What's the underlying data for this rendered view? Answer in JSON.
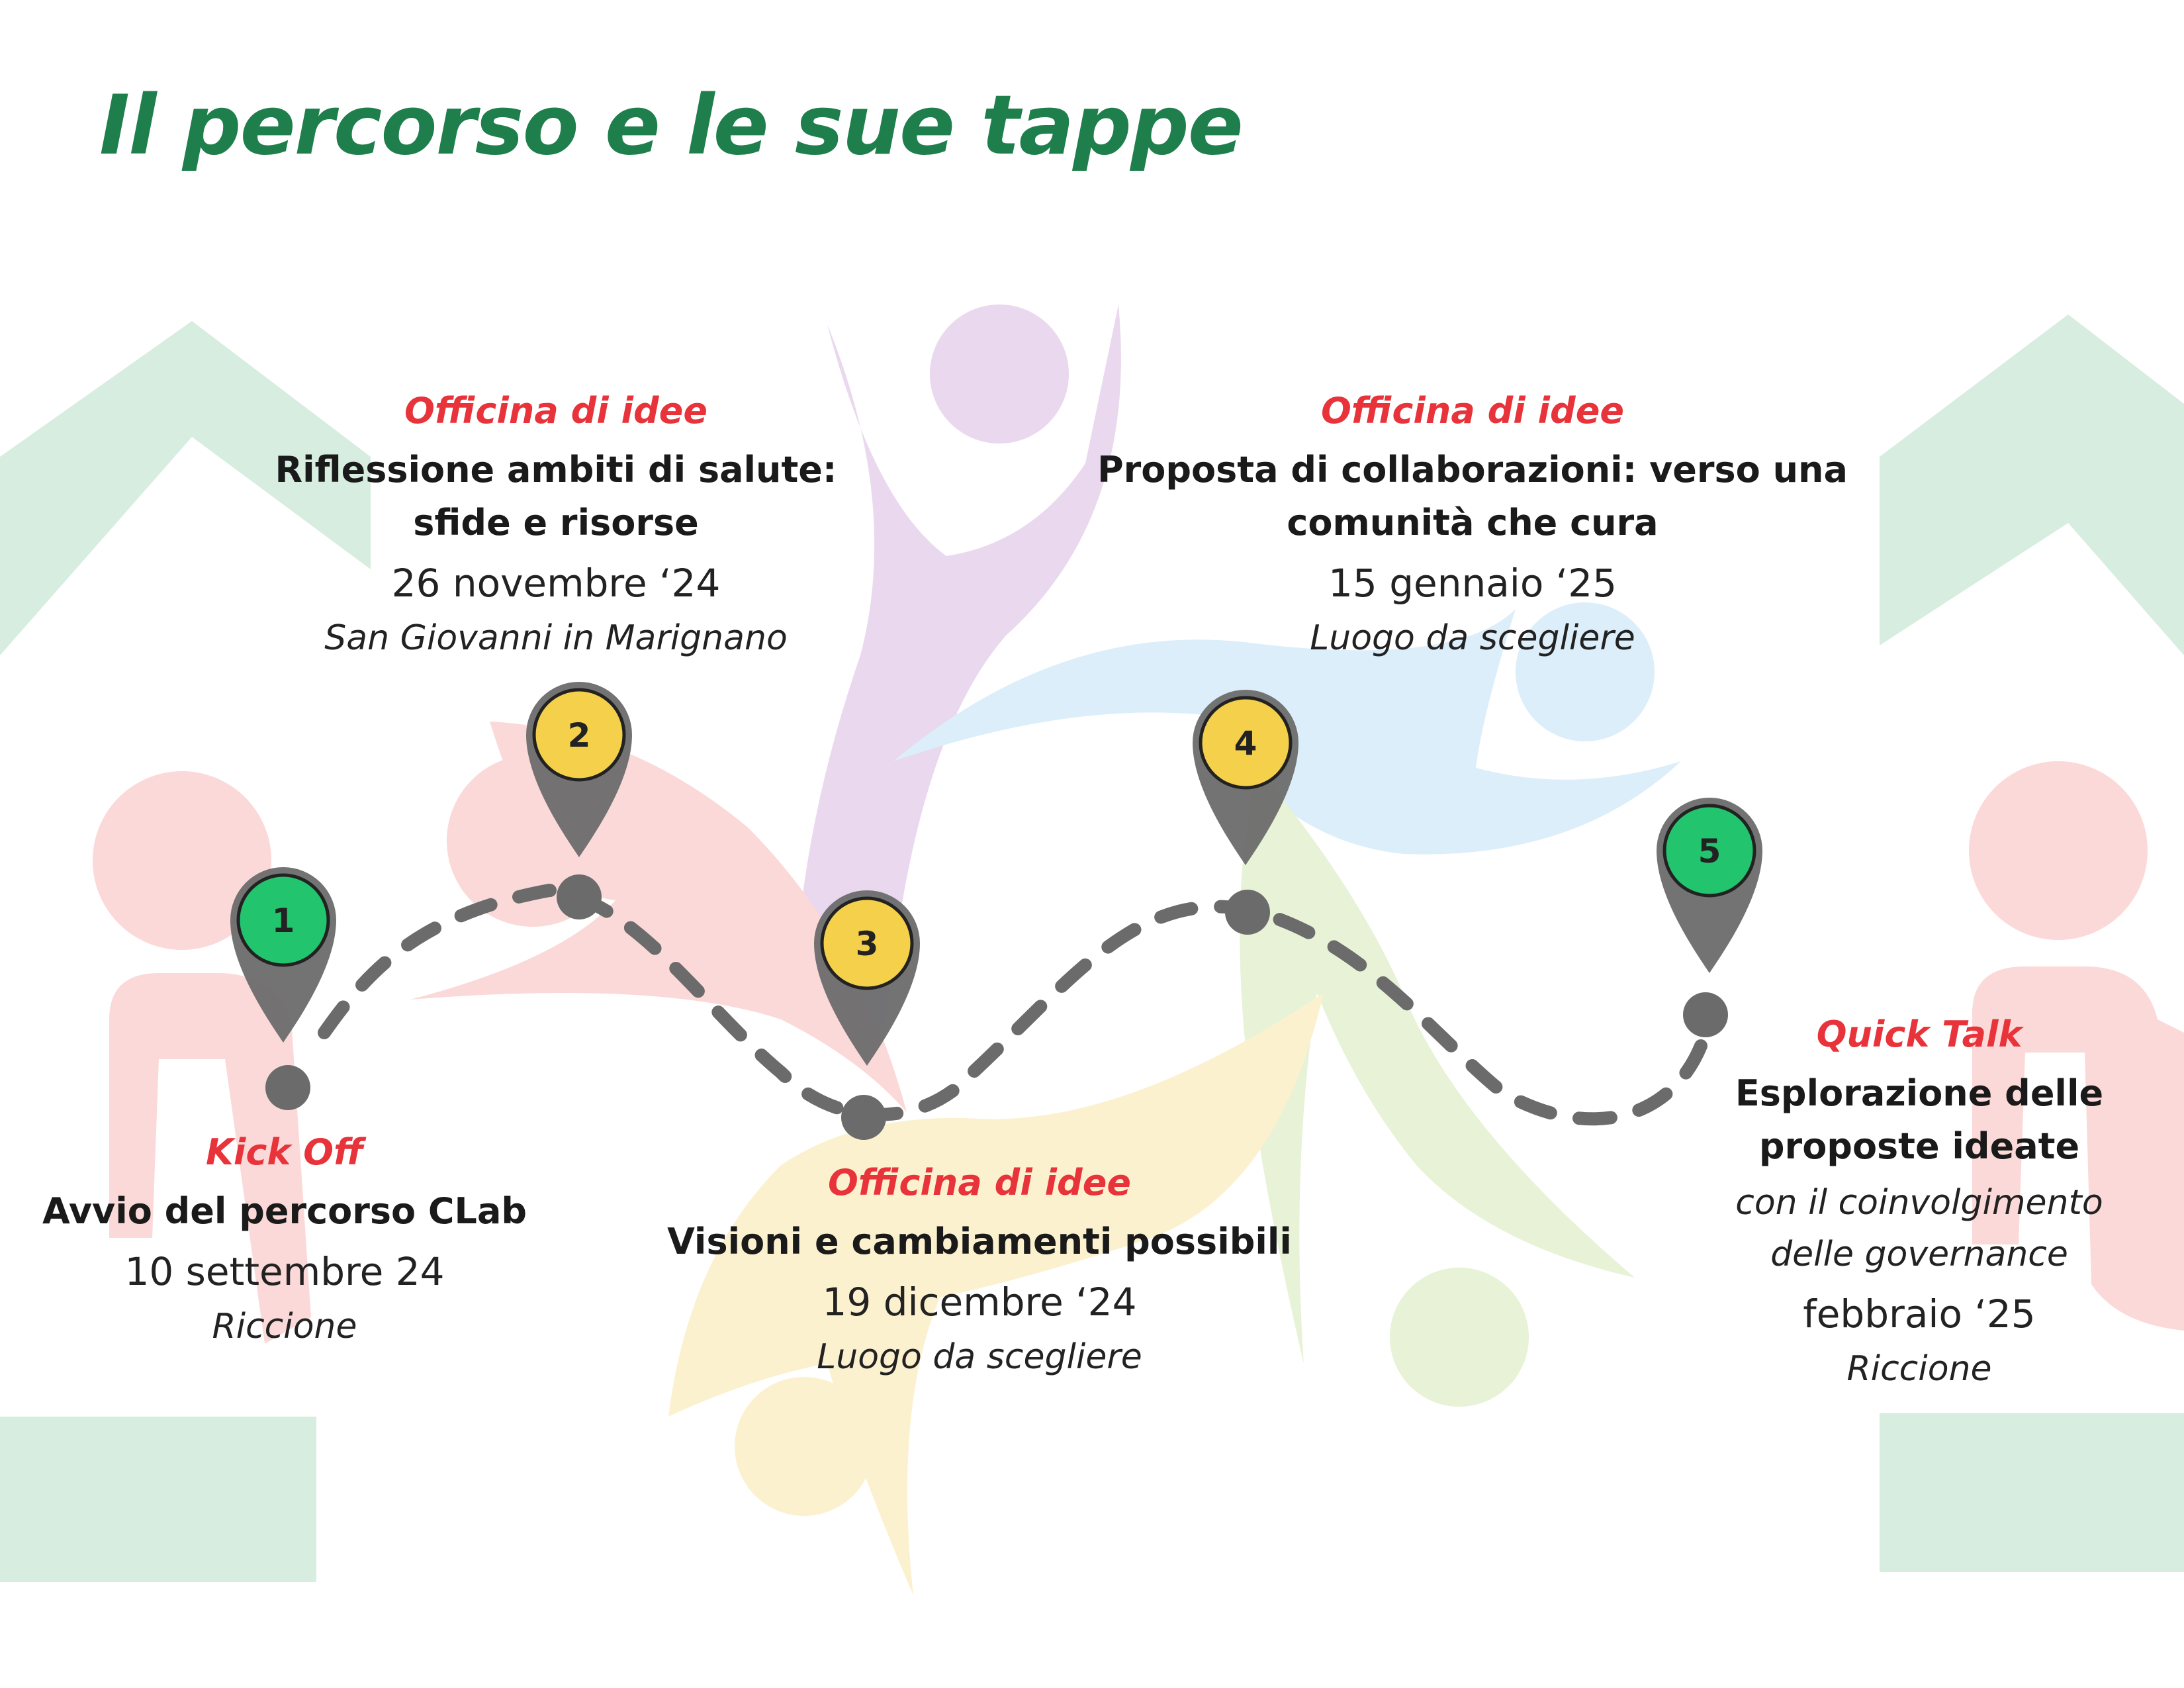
{
  "title": "Il percorso e le sue tappe",
  "colors": {
    "title": "#1f7f4c",
    "tag": "#e8333a",
    "pin": "#6b6b6b",
    "path": "#6b6b6b",
    "green_marker": "#22c46e",
    "yellow_marker": "#f5d04a",
    "bg_green": "#d6ede0",
    "bg_pink": "#fbd9d8",
    "bg_purple": "#ead8ef",
    "bg_blue": "#dceefa",
    "bg_yellow": "#fcf1cf",
    "bg_lime": "#e7f2d6"
  },
  "stages": [
    {
      "number": "1",
      "marker_color": "green",
      "tag": "Kick Off",
      "name": "Avvio del percorso CLab",
      "date": "10 settembre 24",
      "place": "Riccione"
    },
    {
      "number": "2",
      "marker_color": "yellow",
      "tag": "Officina di idee",
      "name": "Riflessione ambiti di salute:\nsfide e risorse",
      "date": "26 novembre ‘24",
      "place": "San Giovanni in Marignano"
    },
    {
      "number": "3",
      "marker_color": "yellow",
      "tag": "Officina di idee",
      "name": "Visioni e cambiamenti possibili",
      "date": "19 dicembre ‘24",
      "place": "Luogo da scegliere"
    },
    {
      "number": "4",
      "marker_color": "yellow",
      "tag": "Officina di idee",
      "name": "Proposta di collaborazioni: verso una\ncomunità che cura",
      "date": "15 gennaio ‘25",
      "place": "Luogo da scegliere"
    },
    {
      "number": "5",
      "marker_color": "green",
      "tag": "Quick Talk",
      "name": "Esplorazione delle\nproposte ideate",
      "note": "con il coinvolgimento\ndelle governance",
      "date": "febbraio ‘25",
      "place": "Riccione"
    }
  ]
}
